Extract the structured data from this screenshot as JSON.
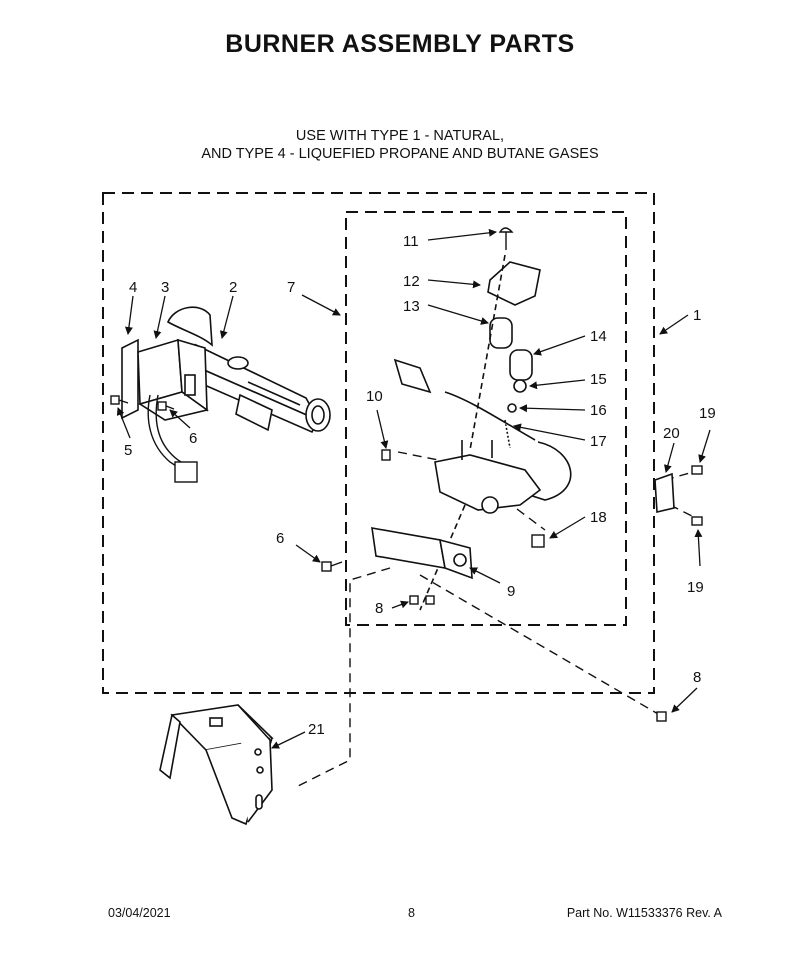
{
  "title": "BURNER ASSEMBLY PARTS",
  "subtitle_line1": "USE WITH TYPE 1 - NATURAL,",
  "subtitle_line2": "AND TYPE 4 - LIQUEFIED PROPANE AND BUTANE GASES",
  "callouts": {
    "c1": "1",
    "c2": "2",
    "c3": "3",
    "c4": "4",
    "c5": "5",
    "c6a": "6",
    "c6b": "6",
    "c7": "7",
    "c8a": "8",
    "c8b": "8",
    "c9": "9",
    "c10": "10",
    "c11": "11",
    "c12": "12",
    "c13": "13",
    "c14": "14",
    "c15": "15",
    "c16": "16",
    "c17": "17",
    "c18": "18",
    "c19a": "19",
    "c19b": "19",
    "c20": "20",
    "c21": "21"
  },
  "footer": {
    "date": "03/04/2021",
    "page": "8",
    "part": "Part No.  W11533376  Rev.  A"
  }
}
